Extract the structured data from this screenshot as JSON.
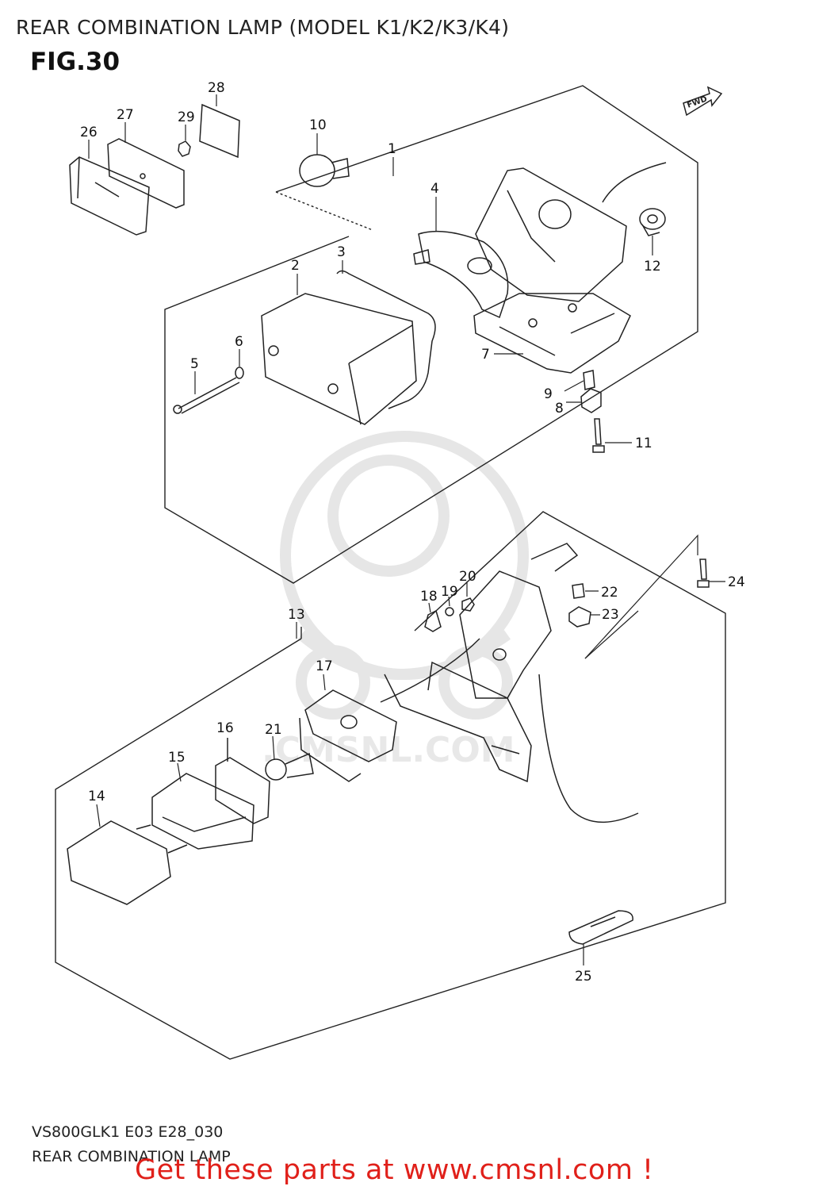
{
  "header": {
    "title": "REAR COMBINATION LAMP (MODEL K1/K2/K3/K4)",
    "fig": "FIG.30"
  },
  "orientation": {
    "fwd_label": "FWD"
  },
  "watermark": {
    "text": ".CMSNL.COM"
  },
  "callouts": [
    "1",
    "2",
    "3",
    "4",
    "5",
    "6",
    "7",
    "8",
    "9",
    "10",
    "11",
    "12",
    "13",
    "14",
    "15",
    "16",
    "17",
    "18",
    "19",
    "20",
    "21",
    "22",
    "23",
    "24",
    "25",
    "26",
    "27",
    "28",
    "29"
  ],
  "footer": {
    "code": "VS800GLK1 E03 E28_030",
    "caption": "REAR COMBINATION LAMP",
    "cta": "Get these parts at www.cmsnl.com !"
  },
  "colors": {
    "line": "#222222",
    "cta": "#e0201a",
    "watermark": "#e8e8e8"
  }
}
